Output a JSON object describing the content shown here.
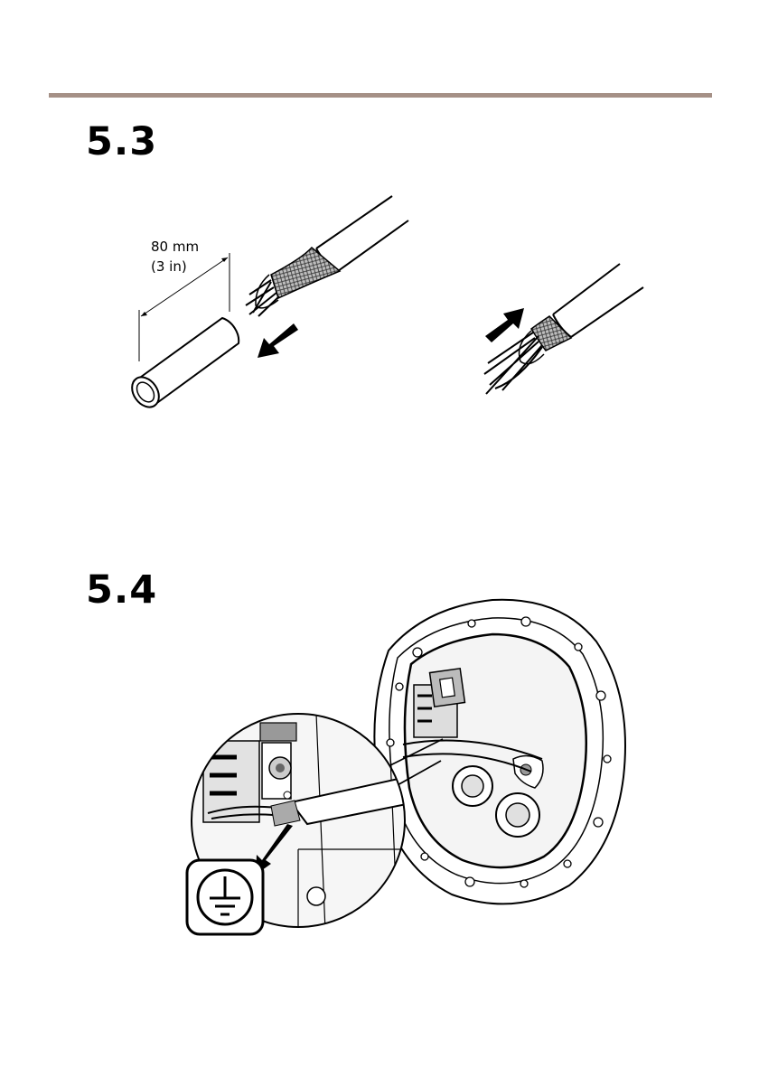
{
  "page": {
    "rule_color": "#a59086"
  },
  "step_5_3": {
    "title": "5.3",
    "dimension_line1": "80 mm",
    "dimension_line2": "(3 in)"
  },
  "step_5_4": {
    "title": "5.4",
    "ground_symbol": "protective-earth-icon"
  }
}
